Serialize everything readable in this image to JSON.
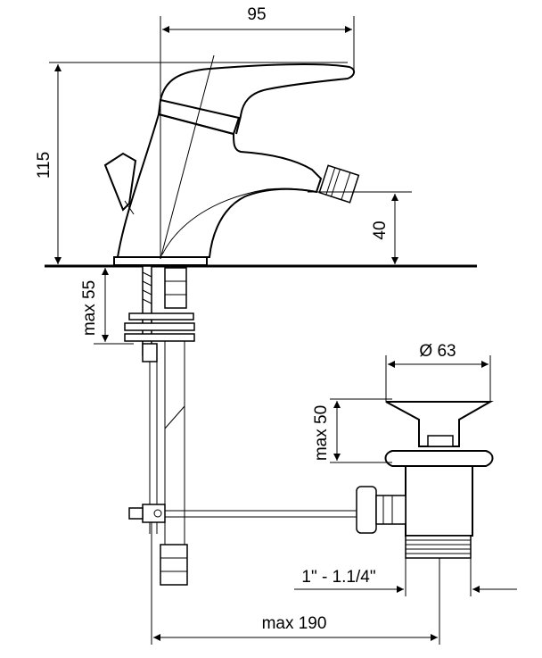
{
  "drawing": {
    "title": "Bidet mixer dimension drawing",
    "dimensions": {
      "width_top": "95",
      "height_total": "115",
      "spout_height": "40",
      "max_under_counter": "max 55",
      "waste_diameter": "Ø 63",
      "waste_max_height": "max 50",
      "thread_size": "1\" - 1.1/4\"",
      "max_reach": "max 190"
    }
  }
}
